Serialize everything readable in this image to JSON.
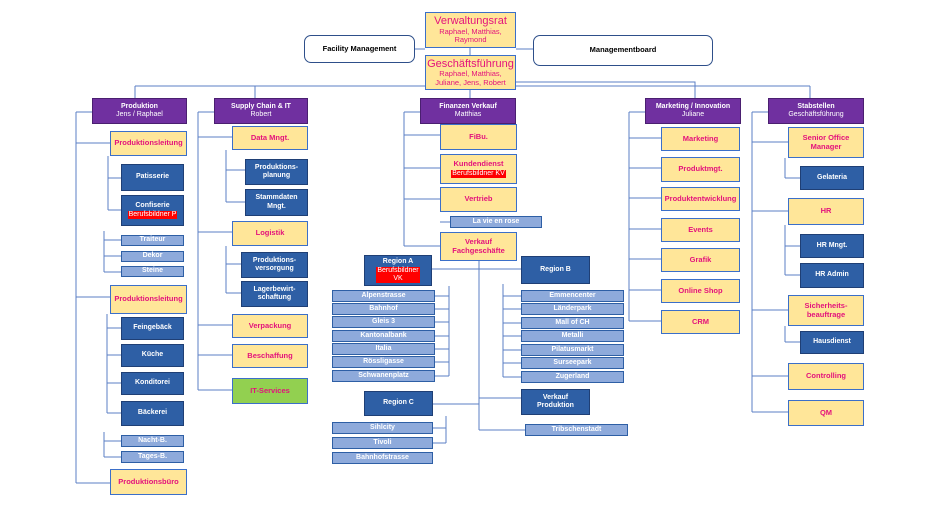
{
  "top": {
    "verwaltungsrat": {
      "title": "Verwaltungsrat",
      "line1": "Raphael, Matthias,",
      "line2": "Raymond"
    },
    "geschaeftsfuehrung": {
      "title": "Geschäftsführung",
      "line1": "Raphael, Matthias,",
      "line2": "Juliane, Jens, Robert"
    },
    "facility_management": "Facility Management",
    "managementboard": "Managementboard"
  },
  "departments": {
    "produktion": {
      "title": "Produktion",
      "people": "Jens / Raphael"
    },
    "supply": {
      "title": "Supply Chain & IT",
      "people": "Robert"
    },
    "finanzen": {
      "title": "Finanzen Verkauf",
      "people": "Matthias"
    },
    "marketing": {
      "title": "Marketing / Innovation",
      "people": "Juliane"
    },
    "stab": {
      "title": "Stabstellen",
      "people": "Geschäftsführung"
    }
  },
  "produktion": {
    "leitung1": "Produktionsleitung",
    "patisserie": "Patisserie",
    "confiserie": "Confiserie",
    "confiserie_tag": "Berufsbildner P",
    "traiteur": "Traiteur",
    "dekor": "Dekor",
    "steine": "Steine",
    "leitung2": "Produktionsleitung",
    "feingebaeck": "Feingebäck",
    "kueche": "Küche",
    "konditorei": "Konditorei",
    "baeckerei": "Bäckerei",
    "nacht": "Nacht-B.",
    "tages": "Tages-B.",
    "buero": "Produktionsbüro"
  },
  "supply": {
    "data": "Data Mngt.",
    "planung_l1": "Produktions-",
    "planung_l2": "planung",
    "stamm_l1": "Stammdaten",
    "stamm_l2": "Mngt.",
    "logistik": "Logistik",
    "versorgung_l1": "Produktions-",
    "versorgung_l2": "versorgung",
    "lager_l1": "Lagerbewirt-",
    "lager_l2": "schaftung",
    "verpackung": "Verpackung",
    "beschaffung": "Beschaffung",
    "it": "IT-Services"
  },
  "finanzen": {
    "fibu": "FiBu.",
    "kundendienst": "Kundendienst",
    "kundendienst_tag": "Berufsbildner KV",
    "vertrieb": "Vertrieb",
    "vie": "La vie en rose",
    "verkauf_l1": "Verkauf",
    "verkauf_l2": "Fachgeschäfte",
    "region_a": "Region A",
    "region_a_tag_l1": "Berufsbildner",
    "region_a_tag_l2": "VK",
    "region_a_items": [
      "Alpenstrasse",
      "Bahnhof",
      "Gleis 3",
      "Kantonalbank",
      "Italia",
      "Rössligasse",
      "Schwanenplatz"
    ],
    "region_b": "Region B",
    "region_b_items": [
      "Emmencenter",
      "Länderpark",
      "Mall of CH",
      "Metalli",
      "Pilatusmarkt",
      "Surseepark",
      "Zugerland"
    ],
    "region_c": "Region C",
    "region_c_items": [
      "Sihlcity",
      "Tivoli",
      "Bahnhofstrasse"
    ],
    "verkauf_prod_l1": "Verkauf",
    "verkauf_prod_l2": "Produktion",
    "tribschen": "Tribschenstadt"
  },
  "marketing": {
    "items": [
      "Marketing",
      "Produktmgt.",
      "Produktentwicklung",
      "Events",
      "Grafik",
      "Online Shop",
      "CRM"
    ]
  },
  "stab": {
    "som_l1": "Senior Office",
    "som_l2": "Manager",
    "gelateria": "Gelateria",
    "hr": "HR",
    "hr_mngt": "HR Mngt.",
    "hr_admin": "HR Admin",
    "sicher_l1": "Sicherheits-",
    "sicher_l2": "beauftrage",
    "hausdienst": "Hausdienst",
    "controlling": "Controlling",
    "qm": "QM"
  },
  "colors": {
    "yellow": "#ffe699",
    "blue": "#2e5fa5",
    "light_blue": "#8eaadb",
    "purple": "#7030a0",
    "green": "#92d050",
    "pink_text": "#e3127c",
    "red_tag": "#ff0000"
  }
}
